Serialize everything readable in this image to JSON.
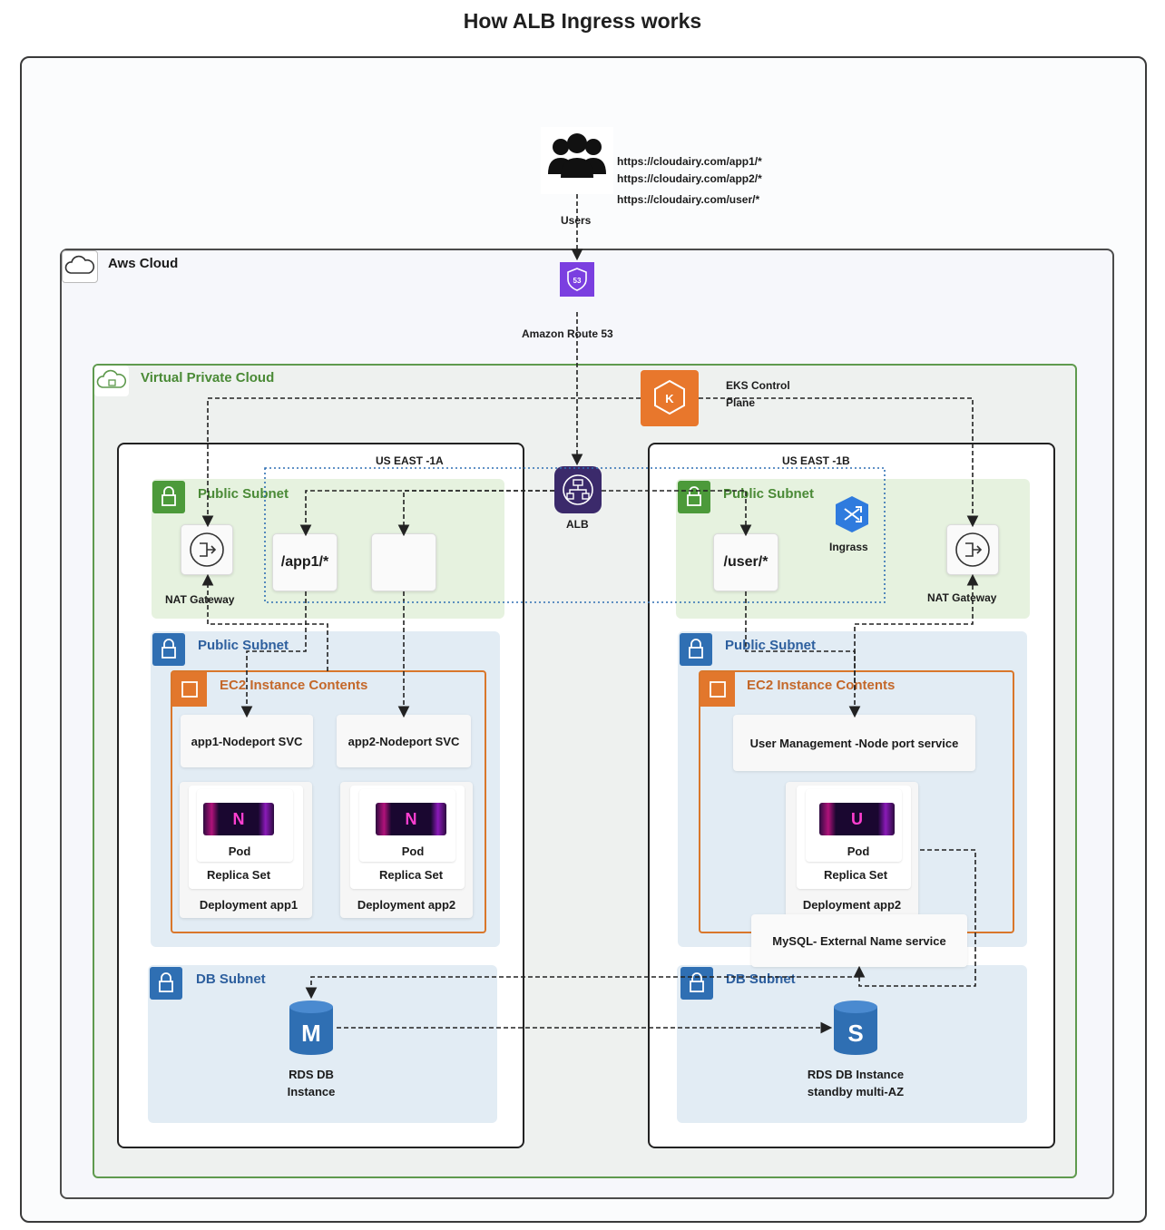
{
  "title": "How ALB Ingress works",
  "users": {
    "label": "Users",
    "urls": [
      "https://cloudairy.com/app1/*",
      "https://cloudairy.com/app2/*",
      "https://cloudairy.com/user/*"
    ]
  },
  "aws_cloud": {
    "label": "Aws Cloud"
  },
  "route53": {
    "label": "Amazon Route 53"
  },
  "vpc": {
    "label": "Virtual Private Cloud"
  },
  "eks": {
    "label": "EKS Control Plane"
  },
  "alb": {
    "label": "ALB"
  },
  "ingress": {
    "label": "Ingrass"
  },
  "az_a": {
    "label": "US EAST -1A",
    "public_subnet_top": "Public Subnet",
    "nat_label": "NAT Gateway",
    "route_app1": "/app1/*",
    "public_subnet_mid": "Public  Subnet",
    "ec2_label": "EC2 Instance Contents",
    "svc1": "app1-Nodeport SVC",
    "svc2": "app2-Nodeport SVC",
    "pod_label": "Pod",
    "replica_label": "Replica Set",
    "deploy1": "Deployment app1",
    "deploy2": "Deployment app2",
    "pod1_letter": "N",
    "pod2_letter": "N",
    "db_subnet": "DB Subnet",
    "rds_letter": "M",
    "rds_label": "RDS DB Instance"
  },
  "az_b": {
    "label": "US EAST -1B",
    "public_subnet_top": "Public Subnet",
    "nat_label": "NAT Gateway",
    "route_user": "/user/*",
    "public_subnet_mid": "Public  Subnet",
    "ec2_label": "EC2 Instance Contents",
    "svc": "User Management -Node port service",
    "pod_label": "Pod",
    "replica_label": "Replica Set",
    "deploy": "Deployment app2",
    "pod_letter": "U",
    "mysql": "MySQL- External Name service",
    "db_subnet": "DB Subnet",
    "rds_letter": "S",
    "rds_label": "RDS DB Instance standby multi-AZ"
  },
  "colors": {
    "green": "#4c9a3a",
    "blue": "#2f6fb3",
    "orange": "#e2772c",
    "route53": "#7b3fe0",
    "alb": "#3b2a6b",
    "eks": "#e8772c"
  }
}
